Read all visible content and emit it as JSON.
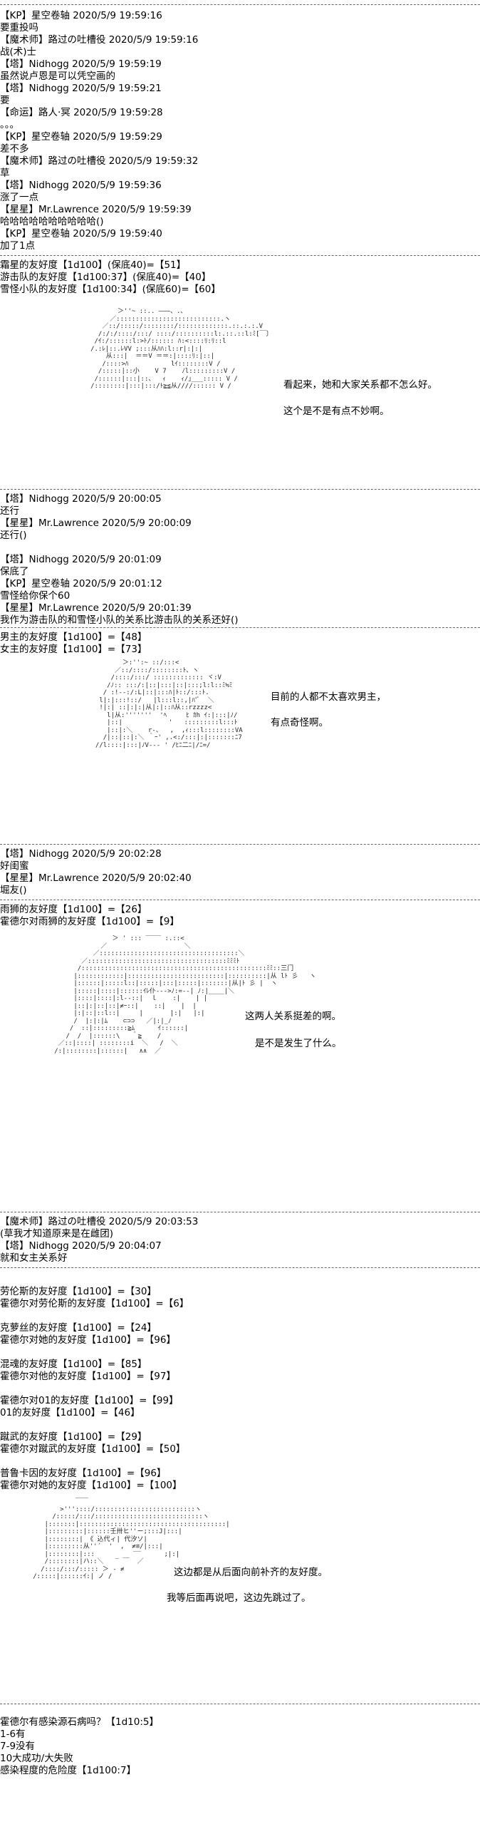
{
  "s1": [
    "【KP】星空卷轴 2020/5/9 19:59:16",
    "要重投吗",
    "【魔术师】路过の吐槽役 2020/5/9 19:59:16",
    "战(术)士",
    "【塔】Nidhogg 2020/5/9 19:59:19",
    "虽然说卢恩是可以凭空画的",
    "【塔】Nidhogg 2020/5/9 19:59:21",
    "要",
    "【命运】路人·冥 2020/5/9 19:59:28",
    "。。。",
    "【KP】星空卷轴 2020/5/9 19:59:29",
    "差不多",
    "【魔术师】路过の吐槽役 2020/5/9 19:59:32",
    "草",
    "【塔】Nidhogg 2020/5/9 19:59:36",
    "涨了一点",
    "【星星】Mr.Lawrence 2020/5/9 19:59:39",
    "哈哈哈哈哈哈哈哈哈哈()",
    "【KP】星空卷轴 2020/5/9 19:59:40",
    "加了1点"
  ],
  "s2": [
    "霜星的友好度【1d100】(保底40)=【51】",
    "游击队的友好度【1d100:37】(保底40)=【40】",
    "雪怪小队的友好度【1d100:34】(保底60)=【60】"
  ],
  "s2_speech": [
    "看起来，她和大家关系都不怎么好。",
    "这个是不是有点不妙啊。"
  ],
  "s3": [
    "【塔】Nidhogg 2020/5/9 20:00:05",
    "还行",
    "【星星】Mr.Lawrence 2020/5/9 20:00:09",
    "还行()",
    "",
    "【塔】Nidhogg 2020/5/9 20:01:09",
    "保底了",
    "【KP】星空卷轴 2020/5/9 20:01:12",
    "雪怪给你保个60",
    "【星星】Mr.Lawrence 2020/5/9 20:01:39",
    "我作为游击队的和雪怪小队的关系比游击队的关系还好()"
  ],
  "s4": [
    "男主的友好度【1d100】=【48】",
    "女主的友好度【1d100】=【73】"
  ],
  "s4_speech": [
    "目前的人都不太喜欢男主，",
    "有点奇怪啊。"
  ],
  "s5": [
    "【塔】Nidhogg 2020/5/9 20:02:28",
    "好闺蜜",
    "【星星】Mr.Lawrence 2020/5/9 20:02:40",
    "堀友()"
  ],
  "s6": [
    "雨狮的友好度【1d100】=【26】",
    "霍德尔对雨狮的友好度【1d100】=【9】"
  ],
  "s6_speech": [
    "这两人关系挺差的啊。",
    "是不是发生了什么。"
  ],
  "s7": [
    "【魔术师】路过の吐槽役 2020/5/9 20:03:53",
    "(草我才知道原来是在雌团)",
    "【塔】Nidhogg 2020/5/9 20:04:07",
    "就和女主关系好"
  ],
  "s8": [
    "劳伦斯的友好度【1d100】=【30】",
    "霍德尔对劳伦斯的友好度【1d100】=【6】",
    "",
    "克萝丝的友好度【1d100】=【24】",
    "霍德尔对她的友好度【1d100】=【96】",
    "",
    "混魂的友好度【1d100】=【85】",
    "霍德尔对他的友好度【1d100】=【97】",
    "",
    "霍德尔对01的友好度【1d100】=【99】",
    "01的友好度【1d100】=【46】",
    "",
    "蹴武的友好度【1d100】=【29】",
    "霍德尔对蹴武的友好度【1d100】=【50】",
    "",
    "普鲁卡因的友好度【1d100】=【96】",
    "霍德尔对她的友好度【1d100】=【100】"
  ],
  "s8_speech": [
    "这边都是从后面向前补齐的友好度。",
    "我等后面再说吧，这边先跳过了。"
  ],
  "s9": [
    "霍德尔有感染源石病吗？【1d10:5】",
    "1-6有",
    "7-9没有",
    "10大成功/大失败",
    "感染程度的危险度【1d100:7】"
  ],
  "art1": "            ＞''~ ::.. ―――、.､\n          ／:::::::::::::::::::::::::::.ヽ\n        ／::/:::::/::::::::/:::::::::::::.::.:.:.V\n       /:/:/::::/:::/ ::::/::::::::::l:.::.::l:ﾐ[￣〕\n      /ｲ:/::::::l:>ﾄ/:::::: ﾊ:<::::ﾘ:ﾘ::l\n     /.:ﾚ|::.ﾚVV ;:::从ﾊﾊ:l::r|:|:|\n         从:::|  ＝＝V ＝＝:|::::ﾘ:|::|\n        /::::>ﾊ           lｲ::::::::V /\n       /:::::|::小    V 7    ﾉl:::::::::V /\n      /::::::|:::|::、  ｨ    ｨ/｣___::::: V /\n     /::::::::|:::|:::/ﾄ≧≦从////:::::: V /",
  "art2": "              ＞:'':~ ::/:::<\n            ／::/::::/::::::::ﾄ、ヽ\n           /::::/:::/ ::::::::::::: ヾ:V\n          /ﾉ:: :::/:|::|:::|::|:::;l:l::ﾐ≒ﾐ\n         / :!--:/:L|::|:::ﾊ|ﾄ::/:::ﾄ.\n        l|:|:::!::/   |l:::l::,|ﾊ'ﾞ  ＼\n        !|:| ::|:|:|从|:|::ﾊ从::rzzzz<\n          l|从:'''''''  'ﾍ     ﾋ ｶh ｲ:|:::|ﾉ/\n          |::|            '   :::::::::l:::ﾄ\n          |::|:＼    r-、  ,  ,ｨ:::l::::::::VA\n         /|::|::|:＼ ｀ｰ' ,.<:/:::|:|:::::::ﾆ7\n       //l::::|:::|ﾉV--- ' /ﾋﾆ二ﾆ|/ﾆ=/",
  "art3": "                  ＞ ' ::: ‾‾‾‾ :.::< \n               ／                    ＼\n             ／::::::::::::::::::::::::::::::::::::＼\n          ／::::::::::::::::::::::::::::::::::::ﾐﾐﾐﾄ\n         /::::::::::::::::::::::::::::::::::::::::::::::::ﾐﾐ::三门\n        |::::::::::::|:::::::::::::::::::::::::|::::::::::|从 lﾄ 彡   ヽ\n        |::::::|:::::l::|:::::|:::|:::::|:::::::|从|ﾄ 彡 |  ヽ\n        |:::::|::::|::::::ｲﾚ仆--->ﾉ:=--| ﾉ:|____|＼\n        |::::|::::|:l--::|  ｌ    :|    | |\n        |::|:|::|::|≠ｰ::|    ::|    |  |\n        |:|::|::l::|     |       |:|   |:|\n        /  |:|:|ﾑ    ⊂⊃⊃   ／|:|_ﾉ\n       /  ::|:::::::::≧ﾑ      ｲ::::::|\n      /  /  |::::::\\   ＾≧    /\n    ／::|::::| ::::::::i  ＼   /  ＼\n   /:|::::::::|::::::|   ∧∧  ／",
  "art4": "              ￣￣\n          >'''::::/::::::::::::::::::::::::::ヽ\n        /:::::/:::/::::::::::::::::::::::::::::ヽ\n      |:::::::|::::::::::::::::::::::::::::::::::::::|\n      |:::::::::|::::::壬卅ヒ''ー;:::J|:::|\n      |::::::::| 《 込代ィ| 代汐ソ|\n      |:::::::::从''´  '  ,  ≠≡/|:::|\n      |::::::::|:::          ‾‾      ;|:|\n      /::::::::|ハ::＼   ‾ ￣  ／\n     /::::/:::/::::: ＞ - ≠\n   /:::::|::::::ｲ:| ノ /"
}
